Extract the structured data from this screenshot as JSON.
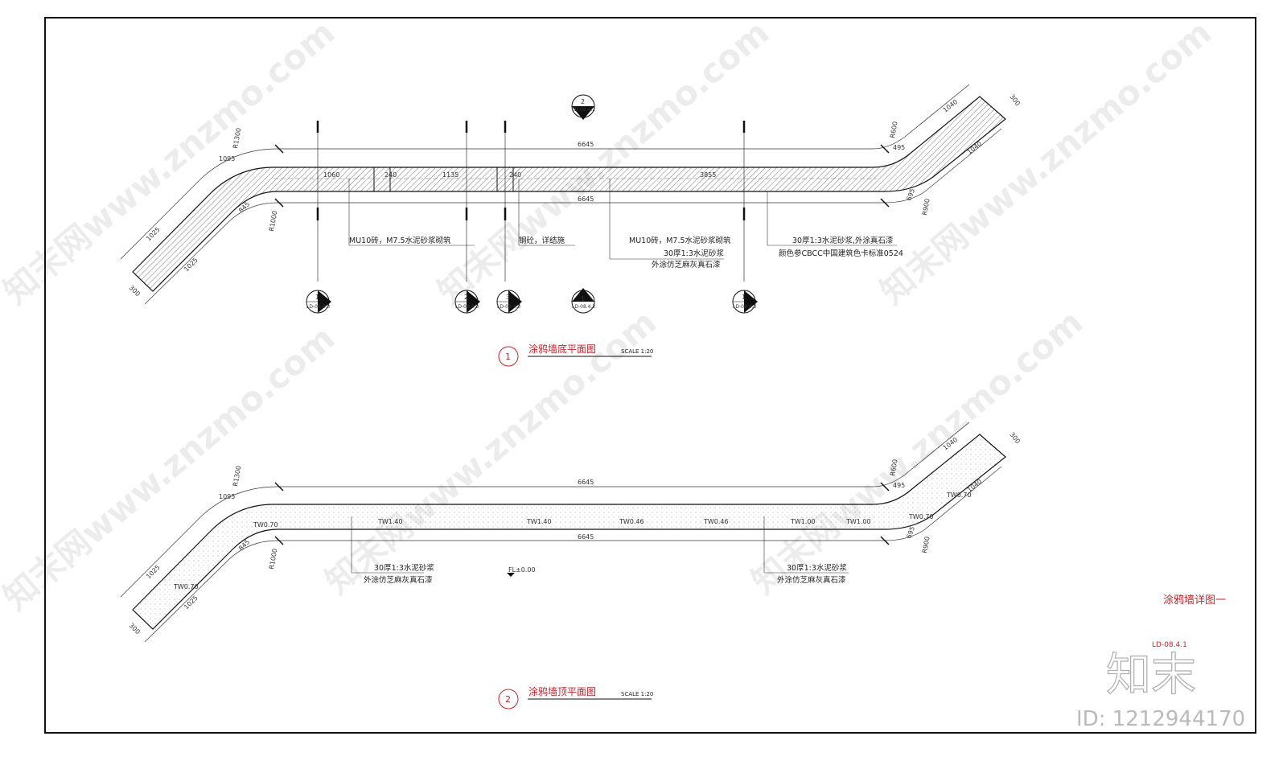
{
  "drawing": {
    "plan1": {
      "number": "1",
      "title": "涂鸦墙底平面图",
      "scale": "SCALE 1:20",
      "dims": {
        "top_len": "6645",
        "bottom_len": "6645",
        "left_outer": "1095",
        "left_diag_top": "1025",
        "left_diag_bottom": "1025",
        "left_width": "300",
        "r_outer_left": "R1300",
        "r_inner_left": "R1000",
        "inner_left": "845",
        "right_outer": "1040",
        "right_diag": "1040",
        "right_width": "300",
        "r_outer_right": "R600",
        "r_inner_right": "R900",
        "right_top_small": "495",
        "right_bottom_small": "695",
        "seg_a": "1060",
        "seg_b": "240",
        "seg_c": "1135",
        "seg_d": "240",
        "seg_e": "3855"
      },
      "notes": [
        {
          "text": "MU10砖，M7.5水泥砂浆砌筑"
        },
        {
          "text": "钢砼，详结施"
        },
        {
          "text": "MU10砖，M7.5水泥砂浆砌筑"
        },
        {
          "text": "30厚1:3水泥砂浆"
        },
        {
          "text": "外涂仿芝麻灰真石漆"
        },
        {
          "text": "30厚1:3水泥砂浆,外涂真石漆"
        },
        {
          "text": "颜色参CBCC中国建筑色卡标准0524"
        }
      ],
      "section_marks": [
        {
          "num": "1",
          "ref": "LD-08.4.3"
        },
        {
          "num": "2",
          "ref": "LD-08.4.3"
        },
        {
          "num": "3",
          "ref": "LD-08.4.3"
        },
        {
          "num": "1",
          "ref": "LD-08.4.2"
        },
        {
          "num": "1",
          "ref": "LD-08.4.3"
        }
      ],
      "top_mark": {
        "num": "2",
        "ref": "LD-08.4.2"
      }
    },
    "plan2": {
      "number": "2",
      "title": "涂鸦墙顶平面图",
      "scale": "SCALE 1:20",
      "dims": {
        "top_len": "6645",
        "bottom_len": "6645",
        "left_outer": "1095",
        "left_diag_top": "1025",
        "left_diag_bottom": "1025",
        "left_width": "300",
        "r_outer_left": "R1300",
        "r_inner_left": "R1000",
        "inner_left": "845",
        "right_outer": "1040",
        "right_diag": "1040",
        "right_width": "300",
        "r_outer_right": "R600",
        "r_inner_right": "R900",
        "right_top_small": "495",
        "right_bottom_small": "695"
      },
      "tw_labels": [
        "TW0.70",
        "TW1.40",
        "TW1.40",
        "TW0.46",
        "TW0.46",
        "TW1.00",
        "TW1.00",
        "TW0.70",
        "TW0.70",
        "TW0.70"
      ],
      "fl": "FL±0.00",
      "notes": [
        {
          "text": "30厚1:3水泥砂浆"
        },
        {
          "text": "外涂仿芝麻灰真石漆"
        },
        {
          "text": "30厚1:3水泥砂浆"
        },
        {
          "text": "外涂仿芝麻灰真石漆"
        }
      ]
    },
    "sheet_title": "涂鸦墙详图一",
    "sheet_no": "LD-08.4.1",
    "watermark_brand": "知末",
    "watermark_id": "ID: 1212944170",
    "watermark_site": "知末网www.znzmo.com",
    "colors": {
      "accent": "#c8232c",
      "line": "#111111",
      "hatch": "#555555"
    }
  }
}
